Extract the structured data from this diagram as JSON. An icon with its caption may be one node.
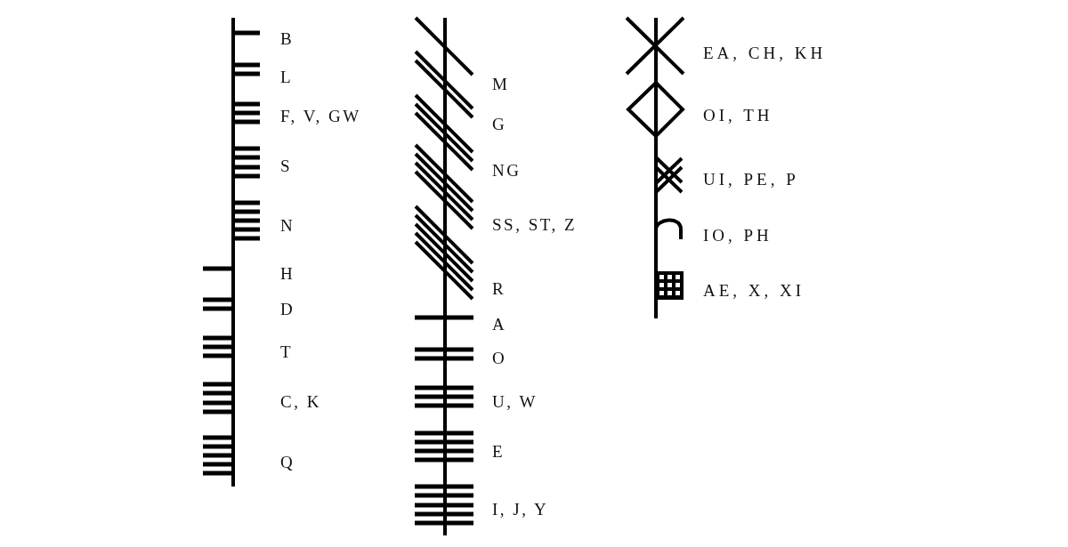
{
  "diagram": {
    "labels": [
      "B",
      "L",
      "F, V, GW",
      "S",
      "N",
      "H",
      "D",
      "T",
      "C, K",
      "Q",
      "M",
      "G",
      "NG",
      "SS, ST, Z",
      "R",
      "A",
      "O",
      "U, W",
      "E",
      "I, J, Y",
      "EA, CH, KH",
      "OI, TH",
      "UI, PE, P",
      "IO, PH",
      "AE, X, XI"
    ]
  }
}
